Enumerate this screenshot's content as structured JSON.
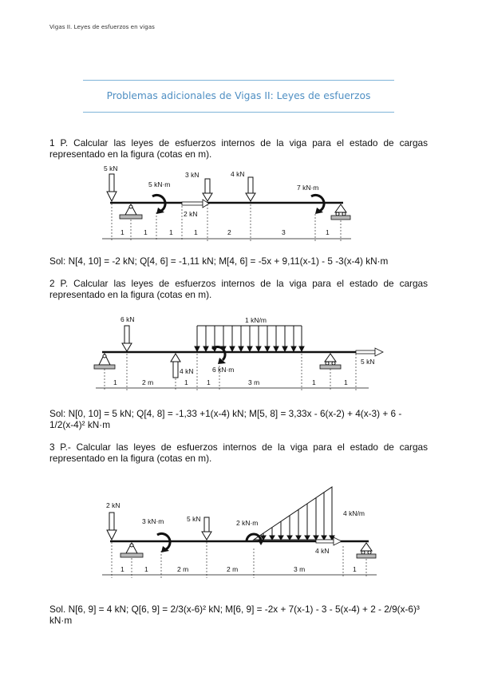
{
  "header": {
    "running": "Vigas II. Leyes de esfuerzos en vigas"
  },
  "title": "Problemas adicionales de Vigas II: Leyes de esfuerzos",
  "problems": [
    {
      "statement": "1 P. Calcular las leyes de esfuerzos internos de la viga para el estado de cargas representado en la figura (cotas en m).",
      "figure": {
        "loads": [
          "5 kN",
          "5 kN·m",
          "3 kN",
          "2 kN",
          "4 kN",
          "7 kN·m"
        ],
        "dims": [
          "1",
          "1",
          "1",
          "1",
          "2",
          "3",
          "1"
        ]
      },
      "solution": "Sol: N[4, 10] = -2 kN; Q[4, 6] = -1,11 kN; M[4, 6] = -5x + 9,11(x-1) - 5 -3(x-4) kN·m"
    },
    {
      "statement": "2 P. Calcular las leyes de esfuerzos internos de la viga para el estado de cargas representado en la figura (cotas en m).",
      "figure": {
        "loads": [
          "6 kN",
          "1 kN/m",
          "4 kN",
          "6 kN·m",
          "5 kN"
        ],
        "dims": [
          "1",
          "2 m",
          "1",
          "1",
          "3 m",
          "1",
          "1"
        ]
      },
      "solution": "Sol: N[0, 10] = 5 kN; Q[4, 8] = -1,33 +1(x-4) kN; M[5, 8] = 3,33x - 6(x-2) + 4(x-3) + 6 - 1/2(x-4)² kN·m"
    },
    {
      "statement": "3 P.- Calcular las leyes de esfuerzos internos de la viga para el estado de cargas representado en la figura (cotas en m).",
      "figure": {
        "loads": [
          "2 kN",
          "3 kN·m",
          "5 kN",
          "2 kN·m",
          "4 kN/m",
          "4 kN"
        ],
        "dims": [
          "1",
          "1",
          "2 m",
          "2 m",
          "3 m",
          "1"
        ]
      },
      "solution": "Sol. N[6, 9] = 4 kN; Q[6, 9] = 2/3(x-6)² kN; M[6, 9] = -2x + 7(x-1) - 3 - 5(x-4) + 2 - 2/9(x-6)³ kN·m"
    }
  ],
  "colors": {
    "accent": "#4f8fc3",
    "rule": "#7fb4d8",
    "support": "#b8b8b8"
  }
}
